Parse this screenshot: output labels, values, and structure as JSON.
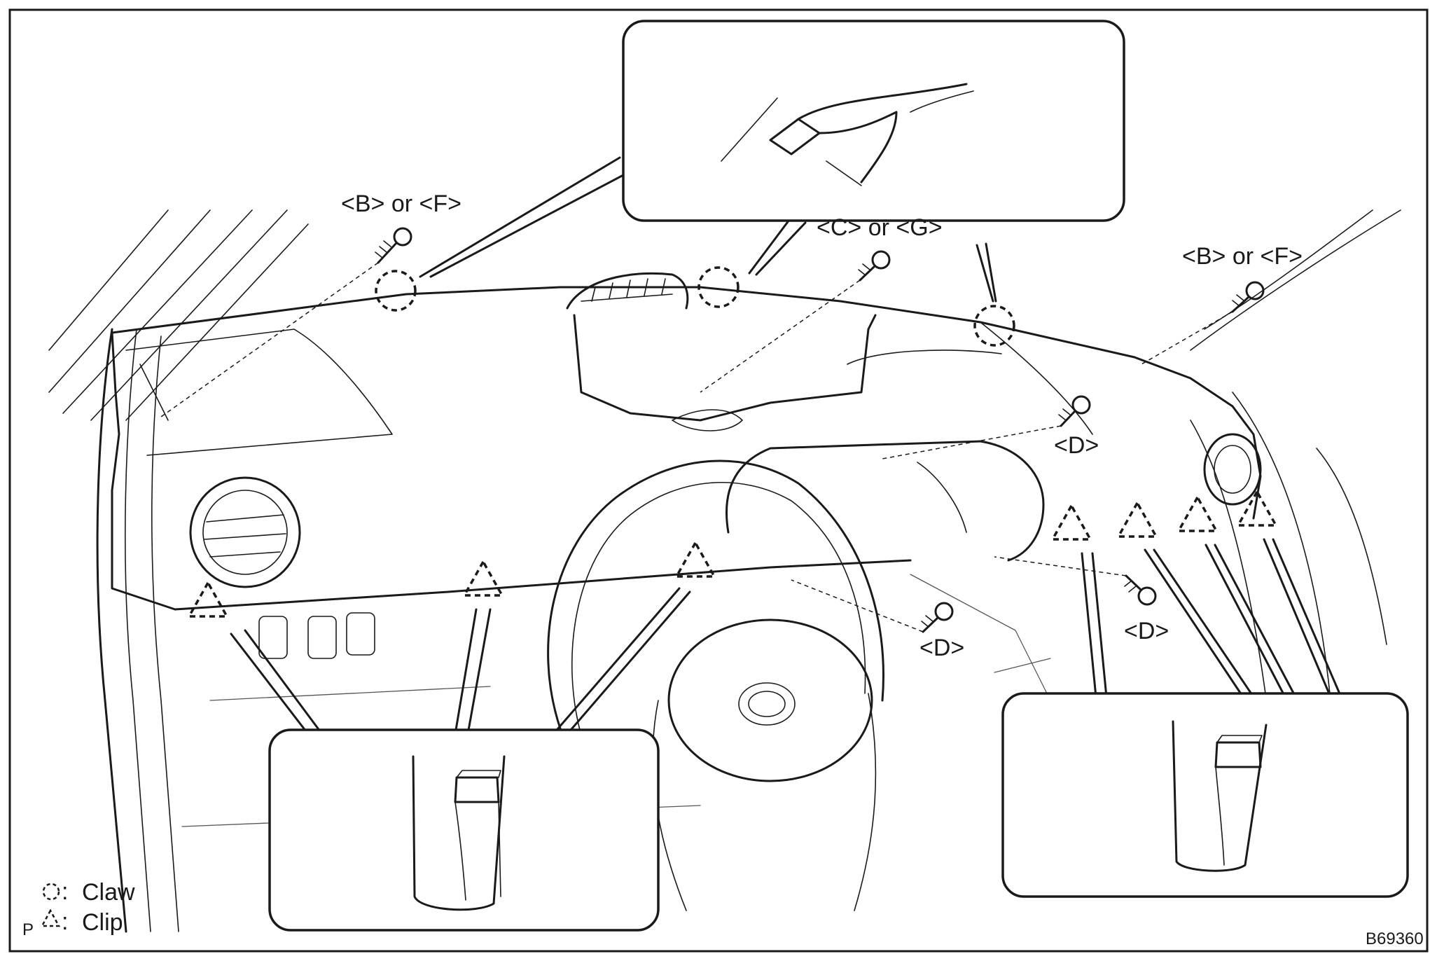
{
  "labels": {
    "b_or_f_left": "<B> or <F>",
    "c_or_g": "<C> or <G>",
    "b_or_f_right": "<B> or <F>",
    "d_upper": "<D>",
    "d_center": "<D>",
    "d_right": "<D>"
  },
  "legend": {
    "claw_label": "Claw",
    "clip_label": "Clip",
    "prefix": "P"
  },
  "figure_id": "B69360"
}
